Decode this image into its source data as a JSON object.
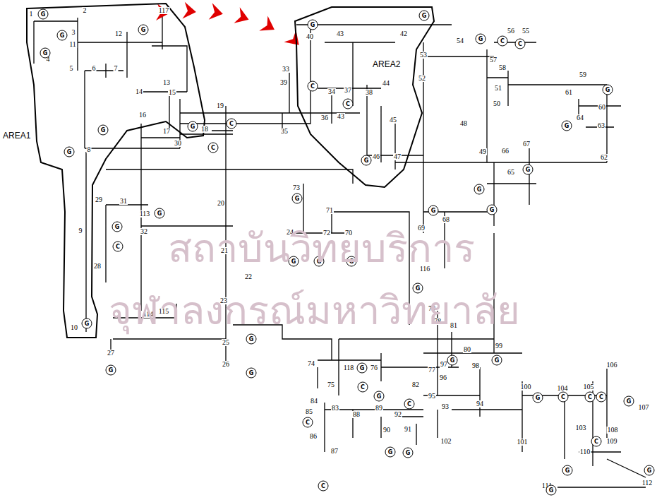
{
  "diagram": {
    "nodes": [
      {
        "text": [
          "AREA1"
        ]
      },
      {
        "text": [
          "AREA2"
        ]
      }
    ],
    "labels": [
      "1",
      "2",
      "117",
      "3",
      "11",
      "12",
      "4",
      "5",
      "6",
      "7",
      "13",
      "14",
      "15",
      "16",
      "8",
      "17",
      "30",
      "18",
      "19",
      "33",
      "39",
      "40",
      "43",
      "42",
      "53",
      "54",
      "56",
      "55",
      "52",
      "57",
      "58",
      "51",
      "50",
      "59",
      "61",
      "60",
      "64",
      "63",
      "62",
      "67",
      "66",
      "65",
      "49",
      "48",
      "44",
      "45",
      "46",
      "47",
      "38",
      "37",
      "34",
      "36",
      "43",
      "35",
      "73",
      "71",
      "24",
      "72",
      "70",
      "69",
      "68",
      "116",
      "79",
      "78",
      "81",
      "80",
      "99",
      "98",
      "97",
      "96",
      "77",
      "82",
      "95",
      "93",
      "94",
      "102",
      "101",
      "100",
      "104",
      "105",
      "106",
      "107",
      "108",
      "103",
      "109",
      "110",
      "111",
      "112",
      "74",
      "75",
      "118",
      "76",
      "84",
      "83",
      "85",
      "88",
      "89",
      "92",
      "90",
      "91",
      "86",
      "87",
      "29",
      "31",
      "113",
      "32",
      "9",
      "28",
      "20",
      "21",
      "22",
      "23",
      "114",
      "115",
      "10",
      "27",
      "25",
      "26",
      "G",
      "G",
      "G",
      "G",
      "G",
      "G",
      "G",
      "G",
      "C",
      "C",
      "G",
      "G",
      "C",
      "G",
      "G",
      "G",
      "G",
      "G",
      "G",
      "C",
      "C",
      "G",
      "G",
      "G",
      "G",
      "G",
      "G",
      "C",
      "C",
      "G",
      "G",
      "G",
      "G",
      "G",
      "G",
      "G",
      "C",
      "G",
      "G",
      "G",
      "C",
      "C",
      "C",
      "G",
      "C",
      "G",
      "G",
      "G",
      "C",
      "C",
      "G",
      "C",
      "G",
      "G",
      "สถาบันวิทยบริการ",
      "จุฬาลงกรณ์มหาวิทยาลัย"
    ]
  }
}
